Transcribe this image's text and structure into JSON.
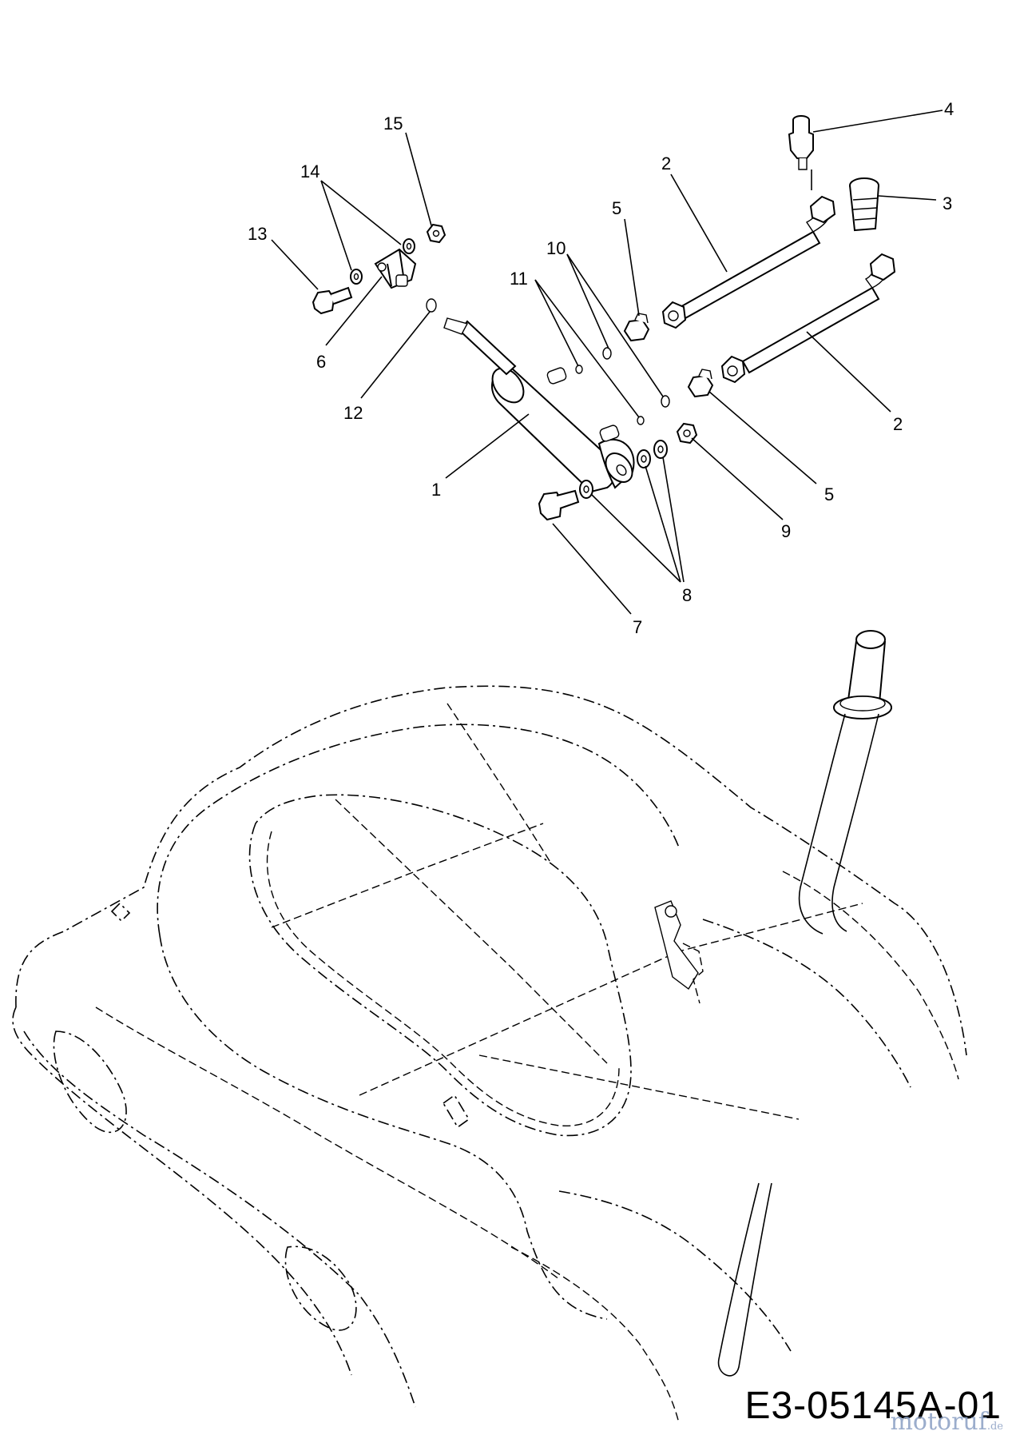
{
  "drawing_code": "E3-05145A-01",
  "watermark": {
    "name": "motoruf",
    "suffix": ".de"
  },
  "callouts": {
    "c1": "1",
    "c2a": "2",
    "c2b": "2",
    "c3": "3",
    "c4": "4",
    "c5a": "5",
    "c5b": "5",
    "c6": "6",
    "c7": "7",
    "c8": "8",
    "c9": "9",
    "c10": "10",
    "c11": "11",
    "c12": "12",
    "c13": "13",
    "c14": "14",
    "c15": "15"
  }
}
